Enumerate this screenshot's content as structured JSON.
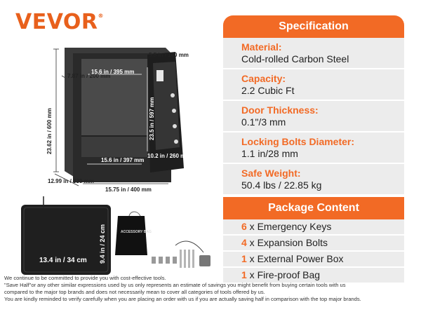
{
  "brand": {
    "name": "VEVOR",
    "mark": "®"
  },
  "dimensions": {
    "depth_side": "7.87 in / 200 mm",
    "inner_top": "5.5 in / 140 mm",
    "inner_width_top": "15.6 in / 395 mm",
    "height_outer": "23.62 in / 600 mm",
    "inner_height": "23.5 in / 597 mm",
    "inner_width_bottom": "15.6 in / 397 mm",
    "door_depth": "10.2 in / 260 mm",
    "base_depth": "12.99 in / 330 mm",
    "base_width": "15.75 in / 400 mm",
    "bag_width": "13.4 in / 34 cm",
    "bag_height": "9.4 in / 24 cm",
    "pouch_label": "ACCESSORY BAG"
  },
  "specification": {
    "title": "Specification",
    "items": [
      {
        "label": "Material:",
        "value": "Cold-rolled Carbon Steel"
      },
      {
        "label": "Capacity:",
        "value": "2.2 Cubic Ft"
      },
      {
        "label": "Door Thickness:",
        "value": "0.1\"/3 mm"
      },
      {
        "label": "Locking Bolts Diameter:",
        "value": "1.1 in/28 mm"
      },
      {
        "label": "Safe Weight:",
        "value": "50.4 lbs / 22.85 kg"
      }
    ]
  },
  "package": {
    "title": "Package Content",
    "items": [
      {
        "qty": "6",
        "text": " x Emergency Keys"
      },
      {
        "qty": "4",
        "text": " x Expansion Bolts"
      },
      {
        "qty": "1",
        "text": " x External Power Box"
      },
      {
        "qty": "1",
        "text": " x Fire-proof Bag"
      }
    ]
  },
  "disclaimer": [
    "We continue to be committed to provide you with cost-effective tools.",
    "\"Save Half\"or any other similar expressions used by us only represents an estimate of savings you might benefit from buying certain tools with us",
    "compared to the major top brands and does not necessarily mean to cover all categories of tools offered by us.",
    "You are kindly reminded to verify carefully when you are placing an order with us if you are actually saving half in comparison with the top major brands."
  ],
  "colors": {
    "accent": "#f26a25",
    "row_bg": "#ececec",
    "safe_body": "#2a2a2a"
  }
}
